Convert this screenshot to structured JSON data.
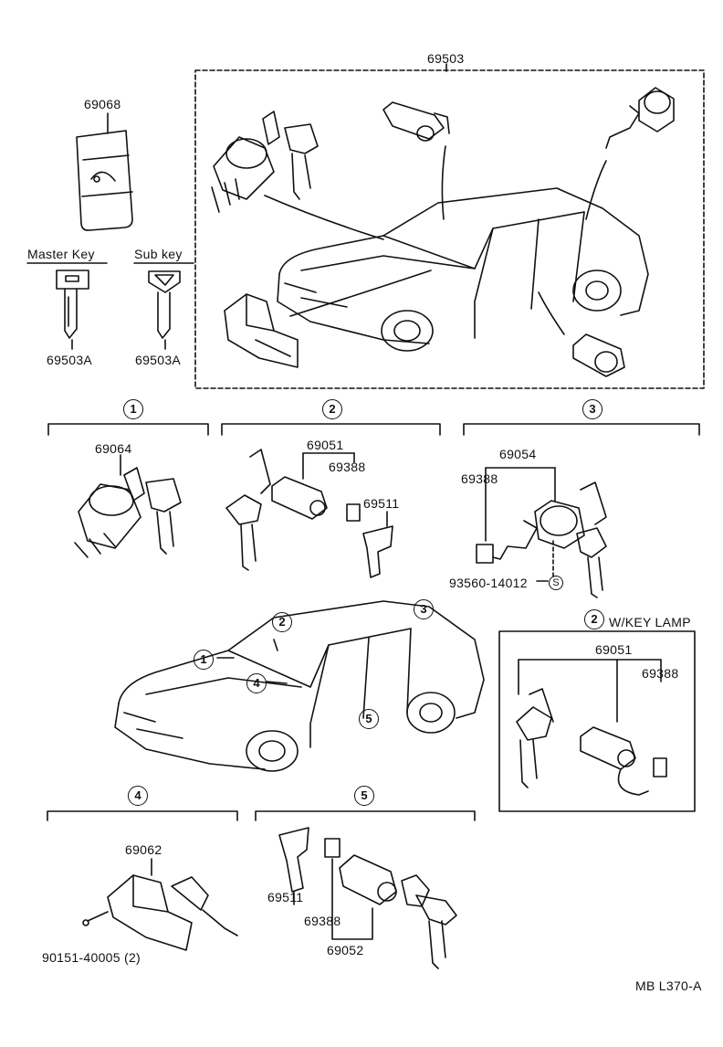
{
  "parts": {
    "kit_top": "69503",
    "key_plate": "69068",
    "master_key_label": "Master Key",
    "sub_key_label": "Sub key",
    "master_key_pn": "69503A",
    "sub_key_pn": "69503A",
    "ign_cyl": "69064",
    "door_cyl_sub": "69051",
    "door_retainer": "69388",
    "door_clip": "69511",
    "rear_cyl_sub": "69054",
    "rear_retainer": "69388",
    "rear_screw": "93560-14012",
    "lamp_title": "W/KEY LAMP",
    "lamp_cyl_sub": "69051",
    "lamp_retainer": "69388",
    "glove_cyl": "69062",
    "glove_screw": "90151-40005 (2)",
    "g5_clip": "69511",
    "g5_retainer": "69388",
    "g5_cyl": "69052",
    "diagram_code": "MB L370-A"
  },
  "markers": {
    "m1": "1",
    "m2": "2",
    "m3": "3",
    "m4": "4",
    "m5": "5",
    "s": "S"
  },
  "icons": [
    "ignition-cylinder-icon",
    "door-lock-cylinder-icon",
    "key-icon",
    "car-wagon-icon",
    "screw-icon",
    "clip-icon"
  ]
}
